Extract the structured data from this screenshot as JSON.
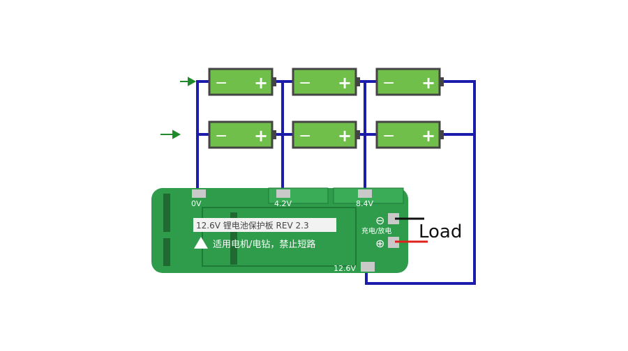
{
  "batteries": [
    {
      "neg": "−",
      "pos": "+"
    },
    {
      "neg": "−",
      "pos": "+"
    },
    {
      "neg": "−",
      "pos": "+"
    },
    {
      "neg": "−",
      "pos": "+"
    },
    {
      "neg": "−",
      "pos": "+"
    },
    {
      "neg": "−",
      "pos": "+"
    }
  ],
  "board": {
    "pad_0v": "0V",
    "pad_42v": "4.2V",
    "pad_84v": "8.4V",
    "pad_126v": "12.6V",
    "title": "12.6V 锂电池保护板 REV 2.3",
    "warning": "适用电机/电钻，禁止短路",
    "charge_discharge": "充电/放电",
    "minus": "⊖",
    "plus": "⊕"
  },
  "load_label": "Load",
  "colors": {
    "wire": "#1c1cab",
    "battery": "#6fbf4a",
    "board": "#2f9c4c",
    "arrow": "#1f8a2a"
  }
}
